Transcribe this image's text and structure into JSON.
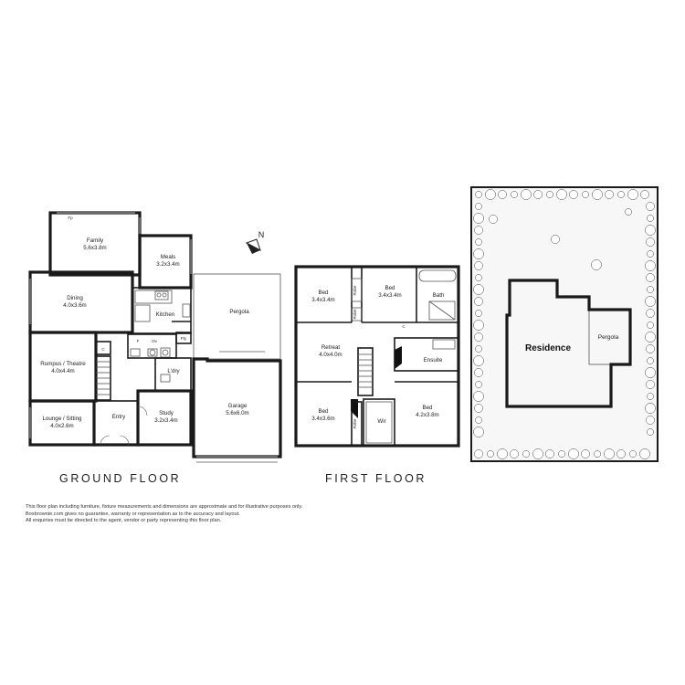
{
  "floors": {
    "ground_title": "GROUND FLOOR",
    "first_title": "FIRST FLOOR"
  },
  "ground_rooms": [
    {
      "name": "Family",
      "dim": "5.6x3.8m"
    },
    {
      "name": "Meals",
      "dim": "3.2x3.4m"
    },
    {
      "name": "Dining",
      "dim": "4.0x3.6m"
    },
    {
      "name": "Kitchen",
      "dim": ""
    },
    {
      "name": "Rumpus / Theatre",
      "dim": "4.0x4.4m"
    },
    {
      "name": "Lounge / Sitting",
      "dim": "4.0x2.6m"
    },
    {
      "name": "Entry",
      "dim": ""
    },
    {
      "name": "L'dry",
      "dim": ""
    },
    {
      "name": "Study",
      "dim": "3.2x3.4m"
    },
    {
      "name": "Pergola",
      "dim": ""
    },
    {
      "name": "Garage",
      "dim": "5.6x6.0m"
    }
  ],
  "ground_fixtures": {
    "fp": "Fp",
    "pty": "Pty",
    "c": "C",
    "ov": "Ov",
    "fridge": "F"
  },
  "first_rooms": [
    {
      "name": "Bed",
      "dim": "3.4x3.4m"
    },
    {
      "name": "Bed",
      "dim": "3.4x3.4m"
    },
    {
      "name": "Bath",
      "dim": ""
    },
    {
      "name": "Retreat",
      "dim": "4.0x4.0m"
    },
    {
      "name": "Ensuite",
      "dim": ""
    },
    {
      "name": "Bed",
      "dim": "3.4x3.6m"
    },
    {
      "name": "Wir",
      "dim": ""
    },
    {
      "name": "Bed",
      "dim": "4.2x3.8m"
    }
  ],
  "first_fixtures": {
    "robe1": "Robe",
    "robe2": "Robe",
    "robe3": "Robe",
    "c": "C"
  },
  "site": {
    "residence": "Residence",
    "pergola": "Pergola"
  },
  "compass": {
    "label": "N"
  },
  "disclaimer": [
    "This floor plan including furniture, fixture measurements and dimensions are approximate and for illustrative purposes only.",
    "Boxbrownie.com gives no guarantee, warranty or representation as to the accuracy and layout.",
    "All enquiries must be directed to the agent, vendor or party representing this floor plan."
  ]
}
